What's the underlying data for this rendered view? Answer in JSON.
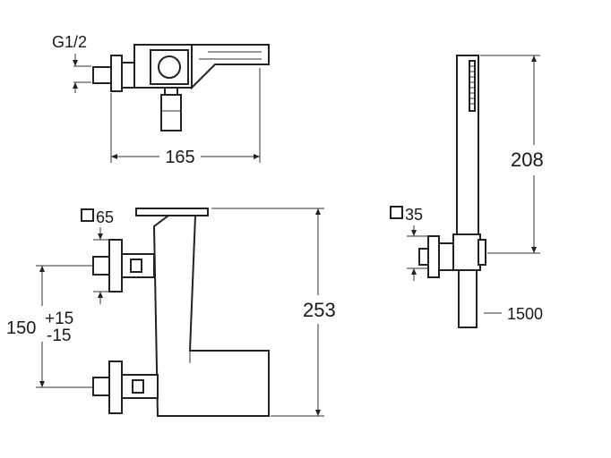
{
  "top_view": {
    "thread_label": "G1/2",
    "width_dim": "165"
  },
  "front_view": {
    "square_label": "65",
    "spacing_dim": "150",
    "spacing_tol_plus": "+15",
    "spacing_tol_minus": "-15",
    "height_dim": "253"
  },
  "hand_shower": {
    "length_dim": "208",
    "square_label": "35",
    "hose_length": "1500"
  },
  "colors": {
    "line": "#222222",
    "background": "#ffffff"
  }
}
